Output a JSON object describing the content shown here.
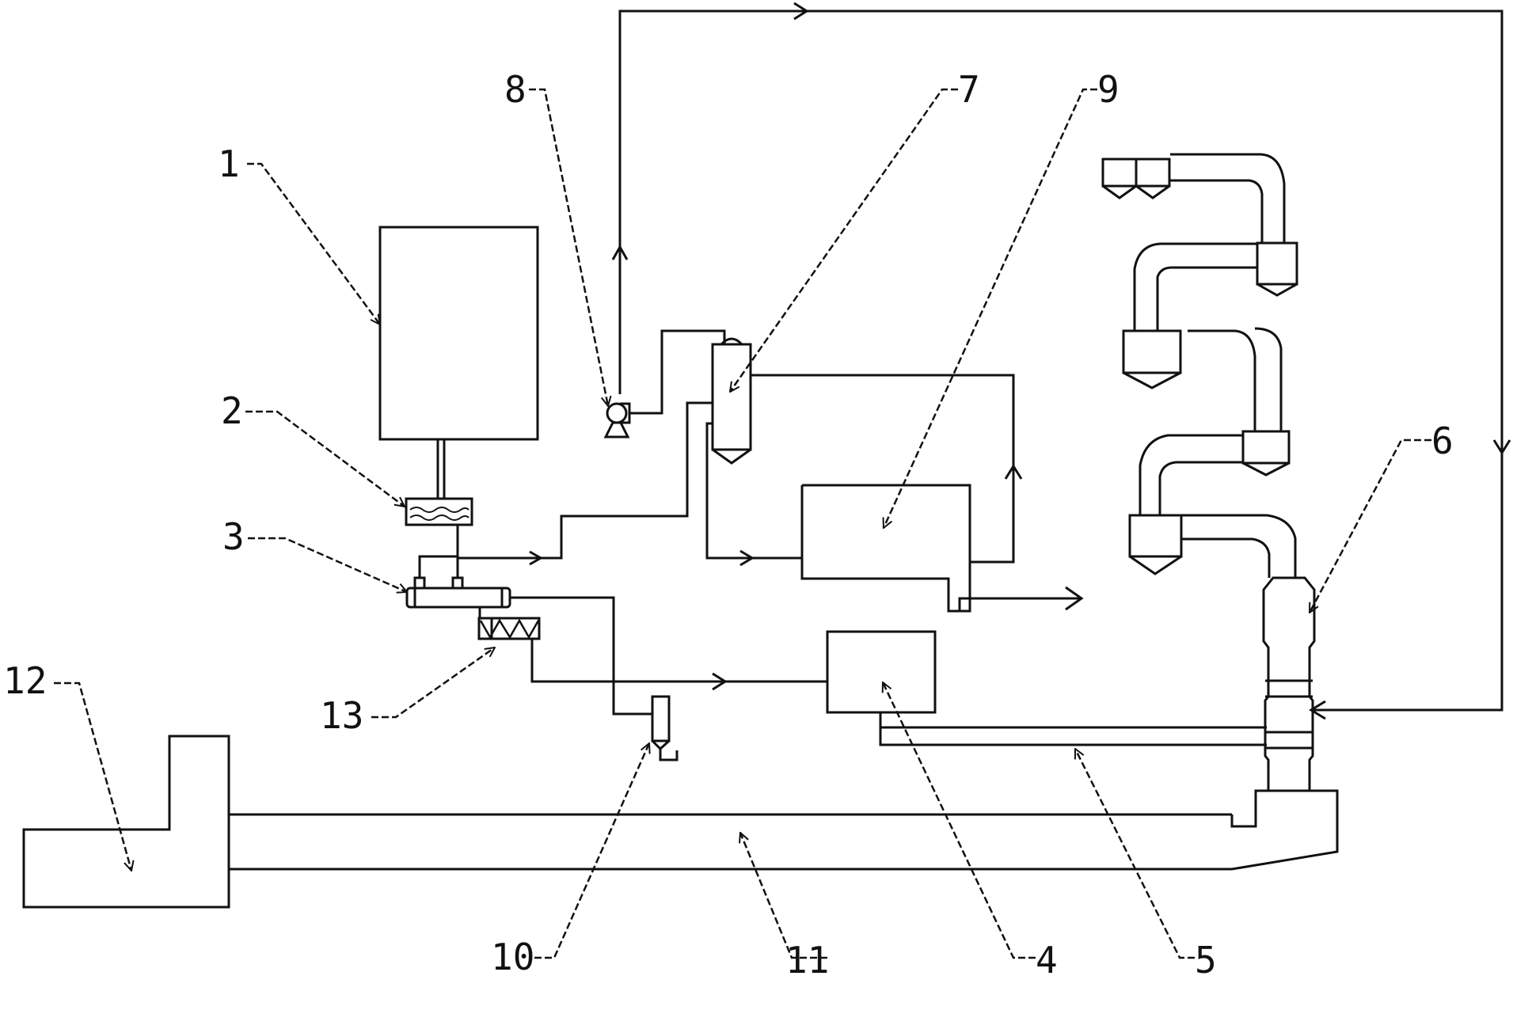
{
  "labels": {
    "n1": "1",
    "n2": "2",
    "n3": "3",
    "n4": "4",
    "n5": "5",
    "n6": "6",
    "n7": "7",
    "n8": "8",
    "n9": "9",
    "n10": "10",
    "n11": "11",
    "n12": "12",
    "n13": "13"
  }
}
